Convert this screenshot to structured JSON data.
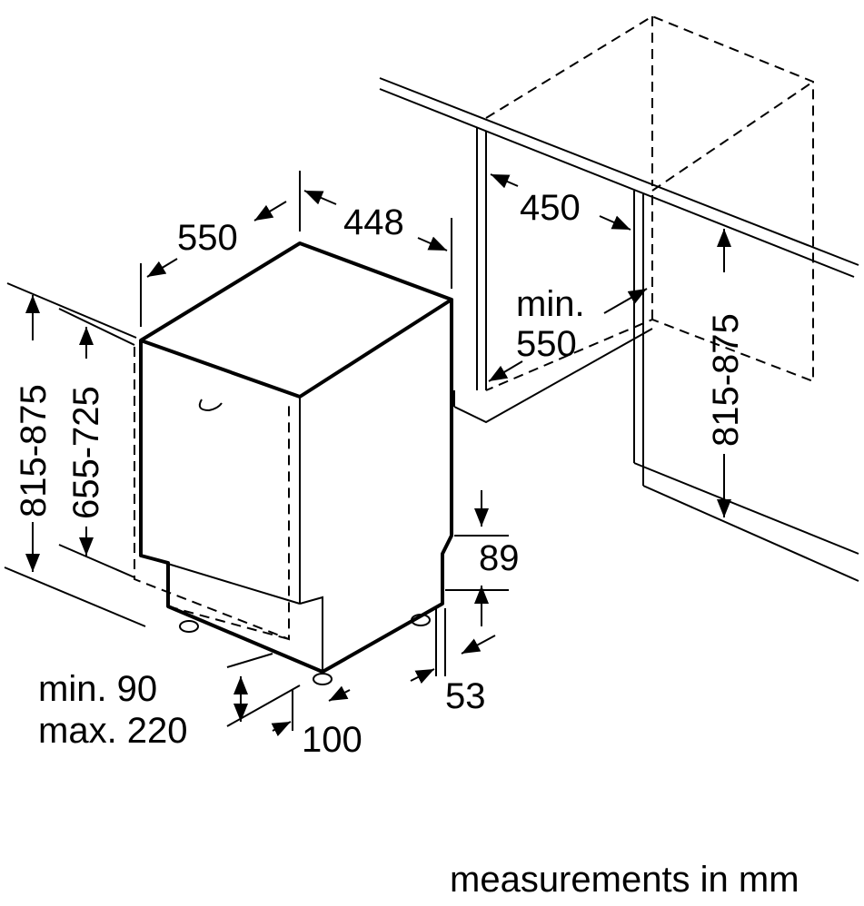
{
  "diagram": {
    "type": "dishwasher installation dimensions",
    "labels": {
      "depth": "550",
      "width": "448",
      "niche_width": "450",
      "niche_depth_line1": "min.",
      "niche_depth_line2": "550",
      "height_right": "815-875",
      "height_left": "815-875",
      "door_height": "655-725",
      "plinth_89": "89",
      "foot_53": "53",
      "plinth_min": "min. 90",
      "plinth_max": "max. 220",
      "foot_100": "100",
      "units_note": "measurements in mm"
    },
    "colors": {
      "line": "#000000",
      "background": "#ffffff"
    }
  }
}
